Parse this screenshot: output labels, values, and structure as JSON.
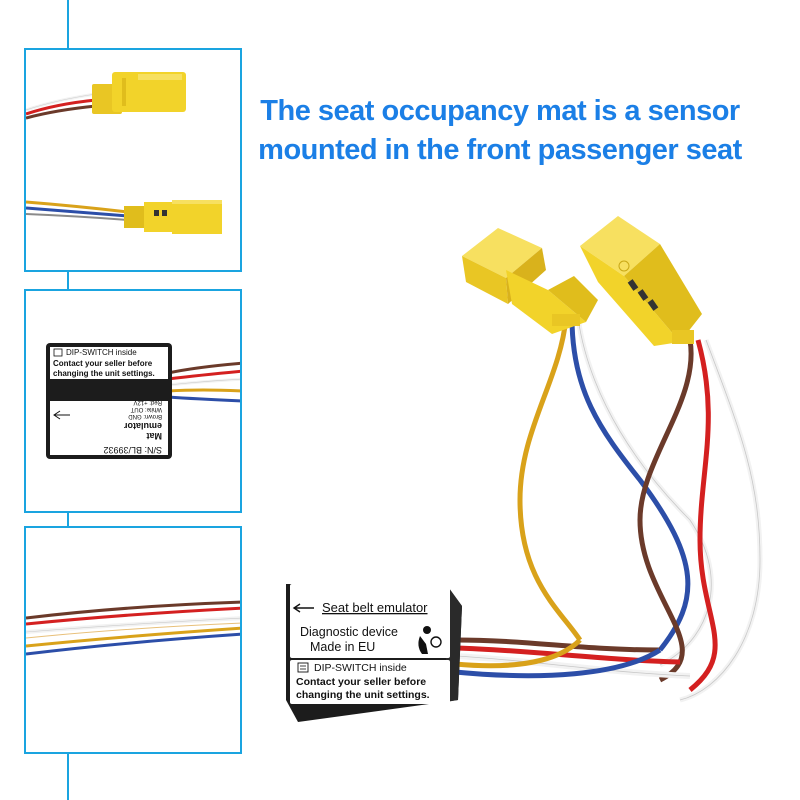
{
  "headline": {
    "line1": "The seat occupancy mat is a sensor",
    "line2": "mounted in the front passenger seat",
    "color": "#1b7fe6"
  },
  "accent_color": "#1aa4e0",
  "device": {
    "title": "Seat belt emulator",
    "line1": "Diagnostic device",
    "line2": "Made in EU",
    "dip_label": "DIP-SWITCH inside",
    "warning_line1": "Contact your seller before",
    "warning_line2": "changing the unit settings.",
    "arrow_icon": "arrow-left-icon",
    "airbag_icon": "airbag-person-icon"
  },
  "thumb_device": {
    "dip_label": "DIP-SWITCH inside",
    "warning_line1": "Contact your seller before",
    "warning_line2": "changing the unit settings.",
    "serial": "S/N: BL/39932",
    "name_line1": "Mat",
    "name_line2": "emulator",
    "wire1": "Brown: GND",
    "wire2": "White: OUT",
    "wire3": "Red: +12V"
  },
  "colors": {
    "connector_yellow": "#f2d32a",
    "wire_brown": "#6b3a2a",
    "wire_red": "#d42020",
    "wire_blue": "#2c4ea8",
    "wire_yellow": "#d9a21a",
    "wire_white": "#f2f2f2"
  }
}
